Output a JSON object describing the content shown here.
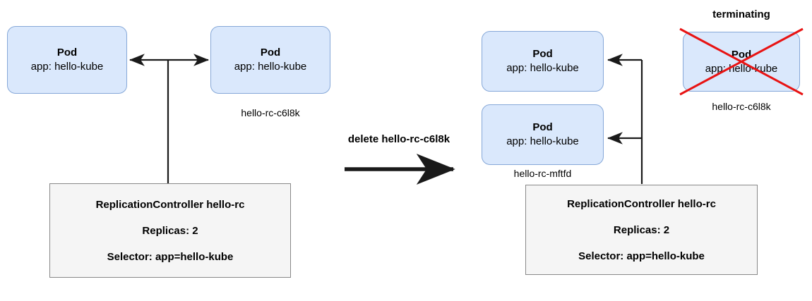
{
  "diagram": {
    "title": "ReplicationController replaces a deleted pod",
    "colors": {
      "pod_fill": "#dae8fc",
      "pod_border": "#86a8d8",
      "rc_fill": "#f5f5f5",
      "rc_border": "#888888",
      "connector": "#1a1a1a",
      "terminating_cross": "#e81313",
      "text": "#000000"
    },
    "left_state": {
      "pods": [
        {
          "title": "Pod",
          "labels": "app: hello-kube",
          "name_caption": ""
        },
        {
          "title": "Pod",
          "labels": "app: hello-kube",
          "name_caption": "hello-rc-c6l8k"
        }
      ],
      "controller": {
        "heading": "ReplicationController hello-rc",
        "replicas": "Replicas: 2",
        "selector": "Selector: app=hello-kube"
      }
    },
    "transition": {
      "label": "delete hello-rc-c6l8k",
      "arrow_icon": "arrow-right-icon"
    },
    "right_state": {
      "pods": [
        {
          "title": "Pod",
          "labels": "app: hello-kube",
          "name_caption": ""
        },
        {
          "title": "Pod",
          "labels": "app: hello-kube",
          "name_caption": "hello-rc-mftfd"
        }
      ],
      "terminating_pod": {
        "status": "terminating",
        "title": "Pod",
        "labels": "app: hello-kube",
        "name_caption": "hello-rc-c6l8k",
        "cross_icon": "x-cross-icon"
      },
      "controller": {
        "heading": "ReplicationController hello-rc",
        "replicas": "Replicas: 2",
        "selector": "Selector: app=hello-kube"
      }
    }
  }
}
